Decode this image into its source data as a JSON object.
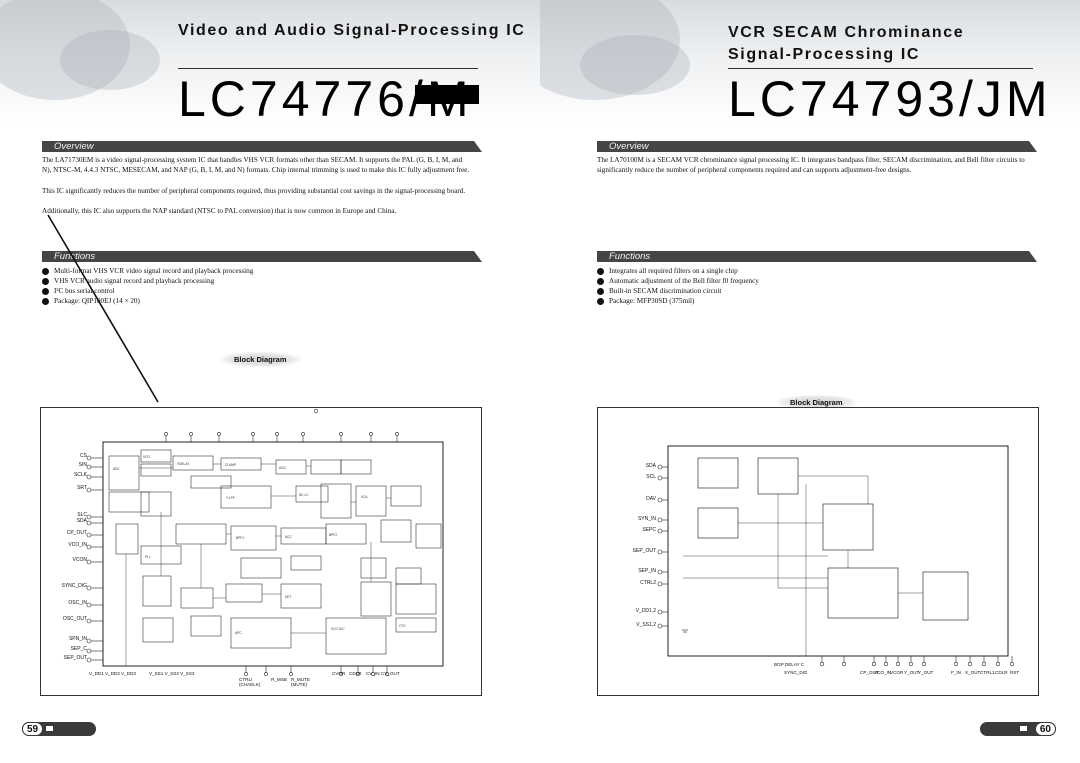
{
  "left": {
    "subtitle": "Video and Audio Signal-Processing IC",
    "title": "LC74776/M",
    "overview_heading": "Overview",
    "overview_paragraphs": [
      "The LA71730EM is a video signal-processing system IC that handles VHS VCR formats other than SECAM. It supports the PAL (G, B, I, M, and N), NTSC-M, 4.4.3 NTSC, MESECAM, and NAP (G, B, I, M, and N) formats. Chip internal trimming is used to make this IC fully adjustment free.",
      "This IC significantly reduces the number of peripheral components required, thus providing substantial cost savings in the signal-processing board.",
      "Additionally, this IC also supports the NAP standard (NTSC to PAL conversion) that is now common in Europe and China."
    ],
    "functions_heading": "Functions",
    "functions": [
      "Multi-format VHS VCR video signal record and playback processing",
      "VHS VCR audio signal record and playback processing",
      "I²C bus serial control",
      "Package: QIP100EJ (14 × 20)"
    ],
    "block_diagram_label": "Block Diagram",
    "pins_left": [
      "CS",
      "SIN",
      "SCLK",
      "SRT",
      "SLC",
      "SDA",
      "CP_OUT",
      "VCO_IN",
      "VCON",
      "SYNC_DIG",
      "OSC_IN",
      "OSC_OUT",
      "SPN_IN",
      "SEP_C",
      "SEP_OUT"
    ],
    "pins_bottom": [
      "V_DD1 V_DD2 V_DD3",
      "V_SS1 V_SS2 V_SS3",
      "CTRLI (CHAELK)",
      "R_MSB",
      "R_MUTE (MUTE)",
      "CVOR",
      "CDLR",
      "CV_IN",
      "CV_OUT"
    ],
    "page_number": "59"
  },
  "right": {
    "subtitle_line1": "VCR SECAM Chrominance",
    "subtitle_line2": "Signal-Processing IC",
    "title": "LC74793/JM",
    "overview_heading": "Overview",
    "overview_paragraphs": [
      "The LA70100M is a SECAM VCR chrominance signal processing IC. It integrates bandpass filter, SECAM discrimination, and Bell filter circuits to significantly reduce the number of peripheral components required and can supports adjustment-free designs."
    ],
    "functions_heading": "Functions",
    "functions": [
      "Integrates all required filters on a single chip",
      "Automatic adjustment of the Bell filter f0 frequency",
      "Built-in SECAM discrimination circuit",
      "Package: MFP30SD (375mil)"
    ],
    "block_diagram_label": "Block Diagram",
    "pins_left": [
      "SDA",
      "SCL",
      "DAV",
      "SYN_IN",
      "SEPC",
      "SEP_OUT",
      "SEP_IN",
      "CTRL2",
      "V_DD1,2",
      "V_SS1,2"
    ],
    "pins_bottom": [
      "BGP DELAY C",
      "SYNC_DIG",
      "CP_OUT",
      "VCO_IN",
      "VCOR",
      "Y_OUT",
      "Y_OUT",
      "F_IN",
      "X_OUT",
      "CTRL1",
      "CDLR",
      "RST"
    ],
    "page_number": "60"
  }
}
